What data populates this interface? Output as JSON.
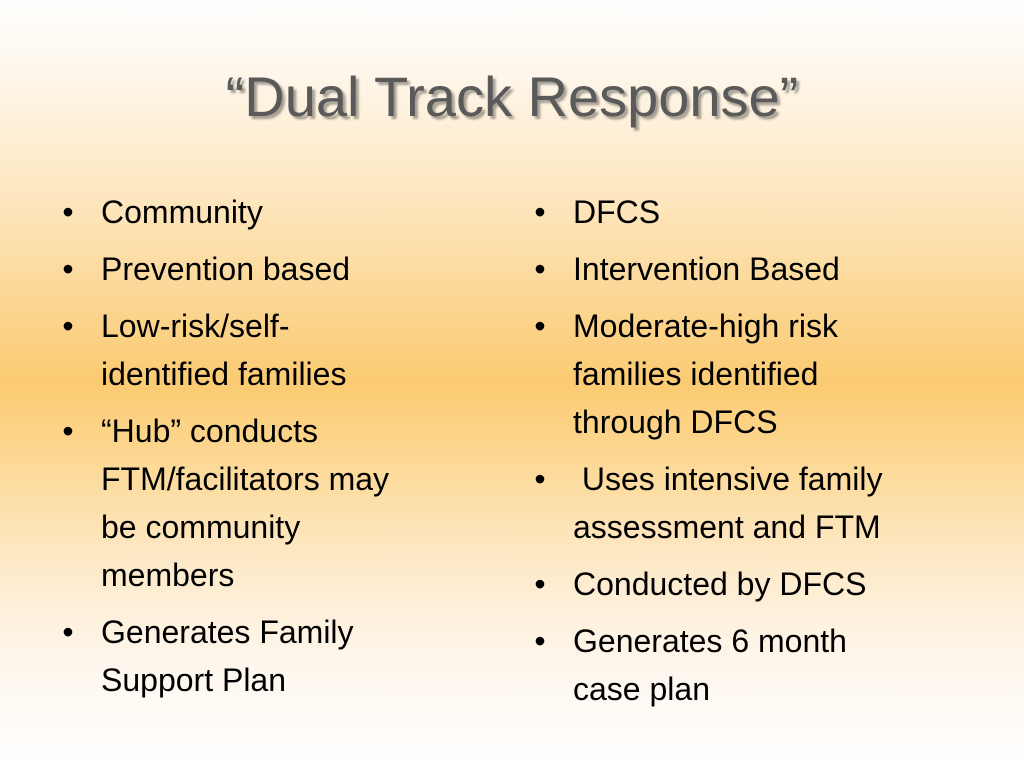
{
  "slide": {
    "title": "“Dual Track Response”",
    "left_column": {
      "bullet_glyph": "•",
      "items": [
        "Community",
        "Prevention based",
        "Low-risk/self-\nidentified families",
        "“Hub” conducts\nFTM/facilitators may\nbe community\nmembers",
        "Generates Family\nSupport Plan"
      ]
    },
    "right_column": {
      "bullet_glyph": "•",
      "items": [
        "DFCS",
        "Intervention Based",
        "Moderate-high risk\nfamilies identified\nthrough DFCS",
        " Uses intensive family\nassessment and FTM",
        "Conducted by DFCS",
        "Generates 6 month\ncase plan"
      ]
    }
  },
  "colors": {
    "title": "#5a5a5a",
    "body_text": "#000000",
    "background_band": "#fbcb72"
  }
}
